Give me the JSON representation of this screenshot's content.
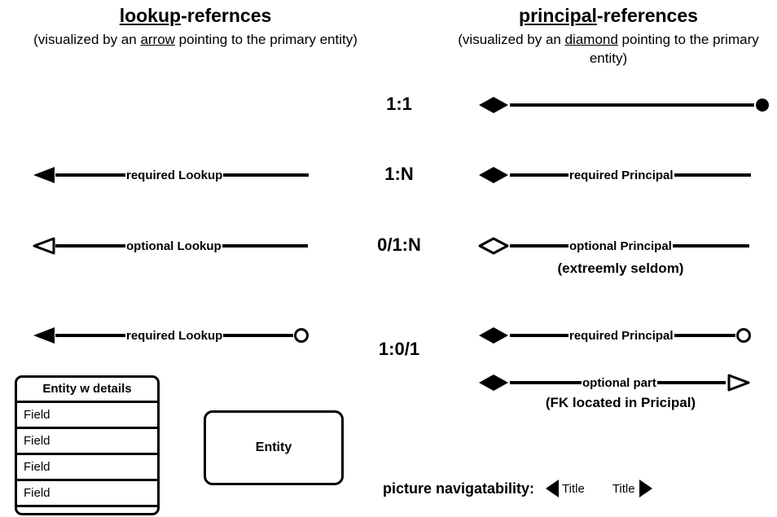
{
  "columns": {
    "lookup": {
      "title_emphasis": "lookup",
      "title_rest": "-refernces",
      "subtitle_pre": "(visualized by an ",
      "subtitle_emphasis": "arrow",
      "subtitle_post": " pointing to the primary entity)"
    },
    "principal": {
      "title_emphasis": "principal",
      "title_rest": "-references",
      "subtitle_pre": "(visualized by an ",
      "subtitle_emphasis": "diamond",
      "subtitle_post": " pointing to the primary entity)"
    }
  },
  "rows": [
    {
      "cardinality": "1:1",
      "lookup": null,
      "principal": {
        "start": "filled-diamond",
        "label": "",
        "end": "filled-circle"
      }
    },
    {
      "cardinality": "1:N",
      "lookup": {
        "start": "filled-arrow-left",
        "label": "required Lookup",
        "end": "none"
      },
      "principal": {
        "start": "filled-diamond",
        "label": "required Principal",
        "end": "none"
      }
    },
    {
      "cardinality": "0/1:N",
      "lookup": {
        "start": "hollow-arrow-left",
        "label": "optional Lookup",
        "end": "none"
      },
      "principal": {
        "start": "hollow-diamond",
        "label": "optional Principal",
        "end": "none",
        "note": "(extreemly seldom)"
      }
    },
    {
      "cardinality": "1:0/1",
      "lookup": {
        "start": "filled-arrow-left",
        "label": "required Lookup",
        "end": "hollow-circle"
      },
      "principal_lines": [
        {
          "start": "filled-diamond",
          "label": "required Principal",
          "end": "hollow-circle"
        },
        {
          "start": "filled-diamond",
          "label": "optional part",
          "end": "hollow-arrow-right",
          "note": "(FK located in Pricipal)"
        }
      ]
    }
  ],
  "entity_table": {
    "header": "Entity w details",
    "fields": [
      "Field",
      "Field",
      "Field",
      "Field"
    ]
  },
  "entity_plain": {
    "label": "Entity"
  },
  "nav_legend": {
    "caption": "picture navigatability:",
    "left_title": "Title",
    "right_title": "Title"
  },
  "colors": {
    "ink": "#000000",
    "paper": "#ffffff"
  }
}
